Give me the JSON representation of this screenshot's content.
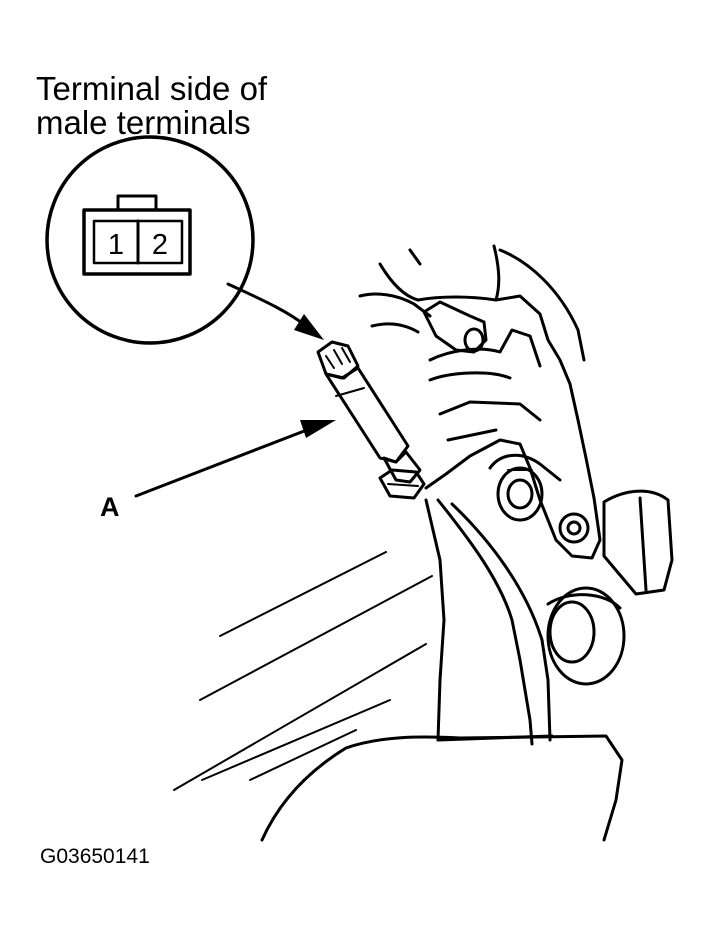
{
  "inset": {
    "title_line1": "Terminal side of",
    "title_line2": "male terminals",
    "pins": [
      "1",
      "2"
    ]
  },
  "callout": {
    "label": "A"
  },
  "figure_id": "G03650141",
  "colors": {
    "ink": "#000000",
    "paper": "#ffffff"
  }
}
